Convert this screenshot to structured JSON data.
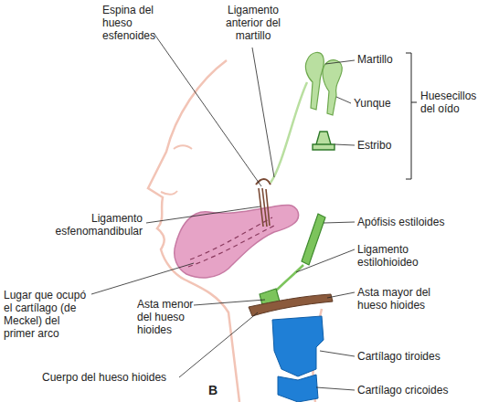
{
  "diagram": {
    "labels": [
      "Espina del hueso esfenoides",
      "Ligamento anterior del martillo",
      "Martillo",
      "Yunque",
      "Huesecillos del oído",
      "Estribo",
      "Ligamento esfenomandibular",
      "Apófisis estiloides",
      "Ligamento estilohioideo",
      "Lugar que ocupó el cartílago (de Meckel) del primer arco",
      "Asta menor del hueso hioides",
      "Asta mayor del hueso hioides",
      "Cartílago tiroides",
      "Cartílago cricoides",
      "Cuerpo del hueso hioides",
      "B"
    ]
  }
}
